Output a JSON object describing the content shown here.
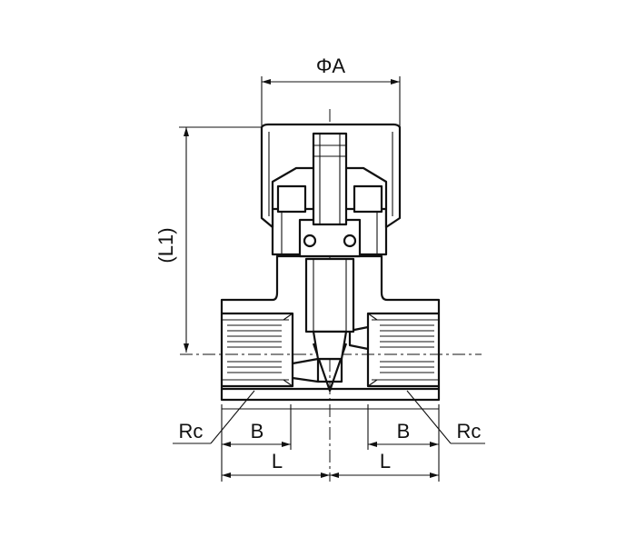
{
  "labels": {
    "phi_a": "ΦA",
    "l1": "(L1)",
    "rc_left": "Rc",
    "rc_right": "Rc",
    "b_left": "B",
    "b_right": "B",
    "l_left": "L",
    "l_right": "L"
  }
}
